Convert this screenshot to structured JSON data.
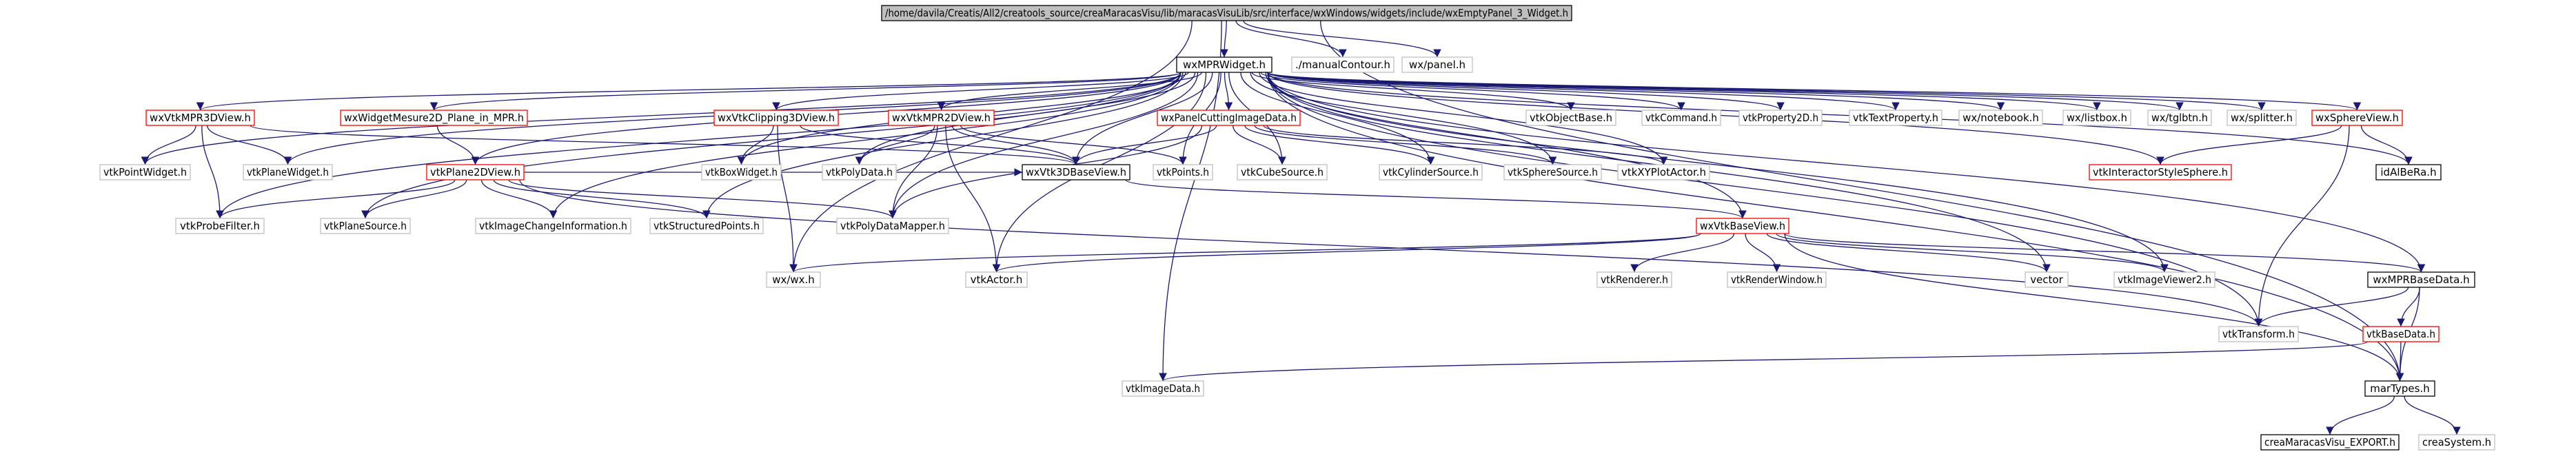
{
  "colors": {
    "edge": "#191970",
    "root_fill": "#bfbfbf",
    "root_border": "#000000",
    "documented_border": "#000000",
    "undocumented_border": "#bfbfbf",
    "derived_border": "#ff0000",
    "node_fill": "#ffffff"
  },
  "diagram": {
    "type": "include-dependency-graph",
    "nodes": [
      {
        "id": "root",
        "label": "/home/davila/Creatis/All2/creatools_source/creaMaracasVisu/lib/maracasVisuLib/src/interface/wxWindows/widgets/include/wxEmptyPanel_3_Widget.h",
        "style": "root"
      },
      {
        "id": "wxMPRWidget",
        "label": "wxMPRWidget.h",
        "style": "documented"
      },
      {
        "id": "manualContour",
        "label": "./manualContour.h",
        "style": "undocumented"
      },
      {
        "id": "panel",
        "label": "wx/panel.h",
        "style": "undocumented"
      },
      {
        "id": "wxVtkMPR3DView",
        "label": "wxVtkMPR3DView.h",
        "style": "derived"
      },
      {
        "id": "wxWidgetMesure2D",
        "label": "wxWidgetMesure2D_Plane_in_MPR.h",
        "style": "derived"
      },
      {
        "id": "wxVtkClipping3DView",
        "label": "wxVtkClipping3DView.h",
        "style": "derived"
      },
      {
        "id": "wxVtkMPR2DView",
        "label": "wxVtkMPR2DView.h",
        "style": "derived"
      },
      {
        "id": "wxPanelCuttingImageData",
        "label": "wxPanelCuttingImageData.h",
        "style": "derived"
      },
      {
        "id": "vtkObjectBase",
        "label": "vtkObjectBase.h",
        "style": "undocumented"
      },
      {
        "id": "vtkCommand",
        "label": "vtkCommand.h",
        "style": "undocumented"
      },
      {
        "id": "vtkProperty2D",
        "label": "vtkProperty2D.h",
        "style": "undocumented"
      },
      {
        "id": "vtkTextProperty",
        "label": "vtkTextProperty.h",
        "style": "undocumented"
      },
      {
        "id": "notebook",
        "label": "wx/notebook.h",
        "style": "undocumented"
      },
      {
        "id": "listbox",
        "label": "wx/listbox.h",
        "style": "undocumented"
      },
      {
        "id": "tglbtn",
        "label": "wx/tglbtn.h",
        "style": "undocumented"
      },
      {
        "id": "splitter",
        "label": "wx/splitter.h",
        "style": "undocumented"
      },
      {
        "id": "wxSphereView",
        "label": "wxSphereView.h",
        "style": "derived"
      },
      {
        "id": "vtkPointWidget",
        "label": "vtkPointWidget.h",
        "style": "undocumented"
      },
      {
        "id": "vtkPlaneWidget",
        "label": "vtkPlaneWidget.h",
        "style": "undocumented"
      },
      {
        "id": "vtkPlane2DView",
        "label": "vtkPlane2DView.h",
        "style": "derived"
      },
      {
        "id": "vtkBoxWidget",
        "label": "vtkBoxWidget.h",
        "style": "undocumented"
      },
      {
        "id": "vtkPolyData",
        "label": "vtkPolyData.h",
        "style": "undocumented"
      },
      {
        "id": "wxVtk3DBaseView",
        "label": "wxVtk3DBaseView.h",
        "style": "documented"
      },
      {
        "id": "vtkPoints",
        "label": "vtkPoints.h",
        "style": "undocumented"
      },
      {
        "id": "vtkCubeSource",
        "label": "vtkCubeSource.h",
        "style": "undocumented"
      },
      {
        "id": "vtkCylinderSource",
        "label": "vtkCylinderSource.h",
        "style": "undocumented"
      },
      {
        "id": "vtkSphereSource",
        "label": "vtkSphereSource.h",
        "style": "undocumented"
      },
      {
        "id": "vtkXYPlotActor",
        "label": "vtkXYPlotActor.h",
        "style": "undocumented"
      },
      {
        "id": "vtkInteractorStyleSphere",
        "label": "vtkInteractorStyleSphere.h",
        "style": "derived"
      },
      {
        "id": "idAlBeRa",
        "label": "idAlBeRa.h",
        "style": "documented"
      },
      {
        "id": "vtkProbeFilter",
        "label": "vtkProbeFilter.h",
        "style": "undocumented"
      },
      {
        "id": "vtkPlaneSource",
        "label": "vtkPlaneSource.h",
        "style": "undocumented"
      },
      {
        "id": "vtkImageChangeInformation",
        "label": "vtkImageChangeInformation.h",
        "style": "undocumented"
      },
      {
        "id": "vtkStructuredPoints",
        "label": "vtkStructuredPoints.h",
        "style": "undocumented"
      },
      {
        "id": "vtkPolyDataMapper",
        "label": "vtkPolyDataMapper.h",
        "style": "undocumented"
      },
      {
        "id": "wxVtkBaseView",
        "label": "wxVtkBaseView.h",
        "style": "derived"
      },
      {
        "id": "wxwx",
        "label": "wx/wx.h",
        "style": "undocumented"
      },
      {
        "id": "vtkActor",
        "label": "vtkActor.h",
        "style": "undocumented"
      },
      {
        "id": "vtkRenderer",
        "label": "vtkRenderer.h",
        "style": "undocumented"
      },
      {
        "id": "vtkRenderWindow",
        "label": "vtkRenderWindow.h",
        "style": "undocumented"
      },
      {
        "id": "vector",
        "label": "vector",
        "style": "undocumented"
      },
      {
        "id": "vtkImageViewer2",
        "label": "vtkImageViewer2.h",
        "style": "undocumented"
      },
      {
        "id": "wxMPRBaseData",
        "label": "wxMPRBaseData.h",
        "style": "documented"
      },
      {
        "id": "vtkTransform",
        "label": "vtkTransform.h",
        "style": "undocumented"
      },
      {
        "id": "vtkBaseData",
        "label": "vtkBaseData.h",
        "style": "derived"
      },
      {
        "id": "vtkImageData",
        "label": "vtkImageData.h",
        "style": "undocumented"
      },
      {
        "id": "marTypes",
        "label": "marTypes.h",
        "style": "documented"
      },
      {
        "id": "creaMaracasVisu_EXPORT",
        "label": "creaMaracasVisu_EXPORT.h",
        "style": "documented"
      },
      {
        "id": "creaSystem",
        "label": "creaSystem.h",
        "style": "undocumented"
      }
    ],
    "edges": [
      [
        "root",
        "wxMPRWidget"
      ],
      [
        "root",
        "manualContour"
      ],
      [
        "root",
        "panel"
      ],
      [
        "root",
        "wxwx"
      ],
      [
        "root",
        "vtkImageData"
      ],
      [
        "root",
        "marTypes"
      ],
      [
        "wxMPRWidget",
        "wxVtkMPR3DView"
      ],
      [
        "wxMPRWidget",
        "wxWidgetMesure2D"
      ],
      [
        "wxMPRWidget",
        "wxVtkClipping3DView"
      ],
      [
        "wxMPRWidget",
        "wxVtkMPR2DView"
      ],
      [
        "wxMPRWidget",
        "wxPanelCuttingImageData"
      ],
      [
        "wxMPRWidget",
        "vtkObjectBase"
      ],
      [
        "wxMPRWidget",
        "vtkCommand"
      ],
      [
        "wxMPRWidget",
        "vtkProperty2D"
      ],
      [
        "wxMPRWidget",
        "vtkTextProperty"
      ],
      [
        "wxMPRWidget",
        "notebook"
      ],
      [
        "wxMPRWidget",
        "listbox"
      ],
      [
        "wxMPRWidget",
        "tglbtn"
      ],
      [
        "wxMPRWidget",
        "splitter"
      ],
      [
        "wxMPRWidget",
        "wxSphereView"
      ],
      [
        "wxMPRWidget",
        "vtkPointWidget"
      ],
      [
        "wxMPRWidget",
        "vtkPlaneWidget"
      ],
      [
        "wxMPRWidget",
        "vtkPlane2DView"
      ],
      [
        "wxMPRWidget",
        "vtkBoxWidget"
      ],
      [
        "wxMPRWidget",
        "vtkPolyData"
      ],
      [
        "wxMPRWidget",
        "wxVtk3DBaseView"
      ],
      [
        "wxMPRWidget",
        "vtkPoints"
      ],
      [
        "wxMPRWidget",
        "vtkCubeSource"
      ],
      [
        "wxMPRWidget",
        "vtkCylinderSource"
      ],
      [
        "wxMPRWidget",
        "vtkSphereSource"
      ],
      [
        "wxMPRWidget",
        "vtkXYPlotActor"
      ],
      [
        "wxMPRWidget",
        "vtkInteractorStyleSphere"
      ],
      [
        "wxMPRWidget",
        "idAlBeRa"
      ],
      [
        "wxMPRWidget",
        "vtkProbeFilter"
      ],
      [
        "wxMPRWidget",
        "vtkPlaneSource"
      ],
      [
        "wxMPRWidget",
        "vtkImageChangeInformation"
      ],
      [
        "wxMPRWidget",
        "vtkStructuredPoints"
      ],
      [
        "wxMPRWidget",
        "vtkPolyDataMapper"
      ],
      [
        "wxMPRWidget",
        "wxVtkBaseView"
      ],
      [
        "wxMPRWidget",
        "vtkActor"
      ],
      [
        "wxMPRWidget",
        "vector"
      ],
      [
        "wxMPRWidget",
        "vtkImageViewer2"
      ],
      [
        "wxMPRWidget",
        "wxMPRBaseData"
      ],
      [
        "wxMPRWidget",
        "vtkTransform"
      ],
      [
        "wxMPRWidget",
        "marTypes"
      ],
      [
        "wxVtkMPR3DView",
        "vtkPointWidget"
      ],
      [
        "wxVtkMPR3DView",
        "vtkPlaneWidget"
      ],
      [
        "wxVtkMPR3DView",
        "vtkProbeFilter"
      ],
      [
        "wxVtkMPR3DView",
        "wxVtk3DBaseView"
      ],
      [
        "wxWidgetMesure2D",
        "vtkPlane2DView"
      ],
      [
        "wxVtkClipping3DView",
        "vtkBoxWidget"
      ],
      [
        "wxVtkClipping3DView",
        "wxVtk3DBaseView"
      ],
      [
        "wxVtkClipping3DView",
        "wxwx"
      ],
      [
        "wxVtkMPR2DView",
        "vtkPolyData"
      ],
      [
        "wxVtkMPR2DView",
        "wxVtk3DBaseView"
      ],
      [
        "wxVtkMPR2DView",
        "vtkPoints"
      ],
      [
        "wxVtkMPR2DView",
        "vtkPolyDataMapper"
      ],
      [
        "wxVtkMPR2DView",
        "vtkActor"
      ],
      [
        "wxPanelCuttingImageData",
        "wxVtk3DBaseView"
      ],
      [
        "wxPanelCuttingImageData",
        "vtkCubeSource"
      ],
      [
        "wxPanelCuttingImageData",
        "vtkCylinderSource"
      ],
      [
        "wxPanelCuttingImageData",
        "vtkSphereSource"
      ],
      [
        "wxPanelCuttingImageData",
        "vtkXYPlotActor"
      ],
      [
        "wxPanelCuttingImageData",
        "vtkPolyDataMapper"
      ],
      [
        "wxSphereView",
        "vtkInteractorStyleSphere"
      ],
      [
        "wxSphereView",
        "idAlBeRa"
      ],
      [
        "wxSphereView",
        "vtkTransform"
      ],
      [
        "vtkPlane2DView",
        "vtkProbeFilter"
      ],
      [
        "vtkPlane2DView",
        "vtkPlaneSource"
      ],
      [
        "vtkPlane2DView",
        "vtkImageChangeInformation"
      ],
      [
        "vtkPlane2DView",
        "vtkStructuredPoints"
      ],
      [
        "vtkPlane2DView",
        "vtkPolyDataMapper"
      ],
      [
        "vtkPlane2DView",
        "vtkTransform"
      ],
      [
        "vtkPlane2DView",
        "wxVtk3DBaseView"
      ],
      [
        "wxVtk3DBaseView",
        "wxVtkBaseView"
      ],
      [
        "wxVtkBaseView",
        "wxwx"
      ],
      [
        "wxVtkBaseView",
        "vtkActor"
      ],
      [
        "wxVtkBaseView",
        "vtkRenderer"
      ],
      [
        "wxVtkBaseView",
        "vtkRenderWindow"
      ],
      [
        "wxVtkBaseView",
        "vector"
      ],
      [
        "wxVtkBaseView",
        "vtkImageViewer2"
      ],
      [
        "wxVtkBaseView",
        "wxMPRBaseData"
      ],
      [
        "wxVtkBaseView",
        "marTypes"
      ],
      [
        "wxMPRBaseData",
        "vtkTransform"
      ],
      [
        "wxMPRBaseData",
        "vtkBaseData"
      ],
      [
        "wxMPRBaseData",
        "marTypes"
      ],
      [
        "vtkBaseData",
        "marTypes"
      ],
      [
        "vtkBaseData",
        "vtkImageData"
      ],
      [
        "marTypes",
        "creaMaracasVisu_EXPORT"
      ],
      [
        "marTypes",
        "creaSystem"
      ]
    ]
  }
}
